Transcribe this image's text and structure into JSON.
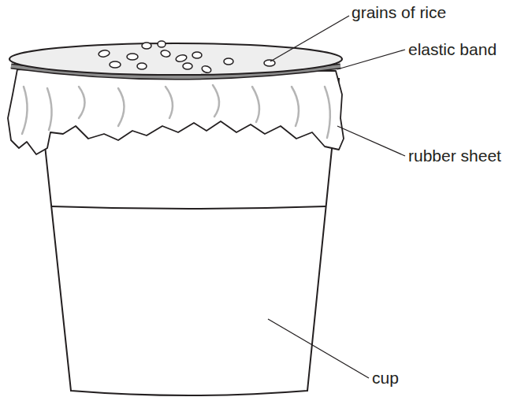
{
  "diagram": {
    "labels": [
      "grains of rice",
      "elastic band",
      "rubber sheet",
      "cup"
    ]
  }
}
